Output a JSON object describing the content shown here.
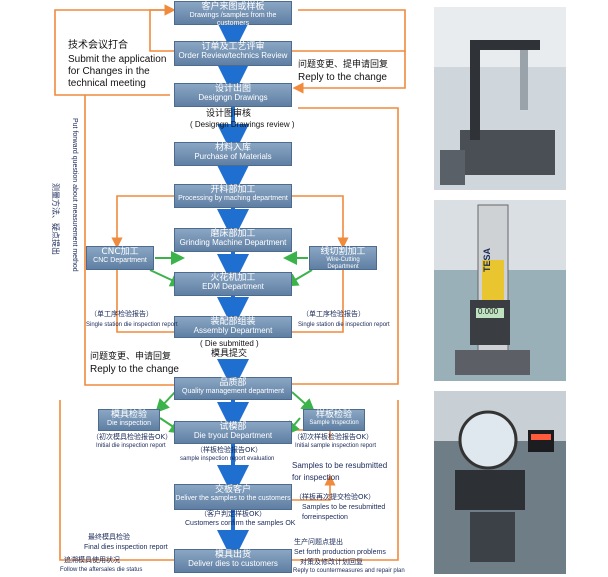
{
  "nodes": {
    "customer_samples": {
      "cn": "客户来图或样板",
      "en": "Drawings /samples from the customers"
    },
    "order_review": {
      "cn": "订单及工艺评审",
      "en": "Order Review/technics Review"
    },
    "design": {
      "cn": "设计出图",
      "en": "Designgn Drawings"
    },
    "purchase": {
      "cn": "材料入库",
      "en": "Purchase of Materials"
    },
    "processing": {
      "cn": "开料部加工",
      "en": "Processing by maching department"
    },
    "grinding": {
      "cn": "磨床部加工",
      "en": "Grinding Machine Department"
    },
    "cnc": {
      "cn": "CNC加工",
      "en": "CNC Department"
    },
    "wire": {
      "cn": "线切割加工",
      "en": "Wire-Cutting Department"
    },
    "edm": {
      "cn": "火花机加工",
      "en": "EDM Department"
    },
    "assembly": {
      "cn": "装配部组装",
      "en": "Assembly Department"
    },
    "quality": {
      "cn": "品质部",
      "en": "Quality management department"
    },
    "die_inspection": {
      "cn": "模具检验",
      "en": "Die inspection"
    },
    "sample_inspection": {
      "cn": "样板检验",
      "en": "Sample Inspection"
    },
    "tryout": {
      "cn": "试模部",
      "en": "Die tryout Department"
    },
    "deliver_samples": {
      "cn": "交板客户",
      "en": "Deliver the samples to the customers"
    },
    "deliver_dies": {
      "cn": "模具出货",
      "en": "Deliver dies to customers"
    }
  },
  "labels": {
    "tech_meeting_cn": "技术会议打合",
    "tech_meeting_en1": "Submit the application",
    "tech_meeting_en2": "for Changes in the",
    "tech_meeting_en3": "technical meeting",
    "reply_cn_1": "问题变更、提申请回复",
    "reply_en_1": "Reply to the change",
    "design_review_cn": "设计图审核",
    "design_review_en": "( Designgn Drawings review )",
    "die_submitted_en": "( Die submitted )",
    "die_submitted_cn": "模具提交",
    "single_left_cn": "（单工序检验报告）",
    "single_left_en": "Single station die inspection report",
    "single_right_cn": "（单工序检验报告）",
    "single_right_en": "Single station die inspection report",
    "reply_cn_2": "问题变更、申请回复",
    "reply_en_2": "Reply to the change",
    "initial_die_cn": "（初次模具检验报告OK）",
    "initial_die_en": "Initial die inspection report",
    "initial_sample_cn": "（初次样板检验报告OK）",
    "initial_sample_en": "Initial  sample  inspection report",
    "sample_eval_cn": "（样板检验报告OK）",
    "sample_eval_en": "sample  inspection  report evaluation",
    "resubmit_1_en1": "Samples to be resubmitted",
    "resubmit_1_en2": "for inspection",
    "resubmit_2_cn": "（样板再次提交检验OK）",
    "resubmit_2_en1": "Samples to be resubmitted",
    "resubmit_2_en2": "forreinspection",
    "customer_confirm_cn": "（客户判定样板OK）",
    "customer_confirm_en": "Customers confirm the samples OK",
    "final_die_cn": "最终模具检验",
    "final_die_en": "Final dies inspection  report",
    "aftersales_cn": "追溯模具使用状况",
    "aftersales_en": "Follow the aftersales die status",
    "production_cn": "生产问题点提出",
    "production_en": "Set forth production problems",
    "counter_cn": "对策及修改计划回复",
    "counter_en": "Reply to countermeasures and repair plan",
    "measure_cn": "测量方法、疑点提出",
    "measure_en": "Put forward question about measurement method"
  },
  "photos": {
    "brand_text": "TESA",
    "display_text": "0.000"
  },
  "colors": {
    "box_top": "#8aa6c4",
    "box_bottom": "#5f7fa3",
    "arrow_blue": "#1e6fd0",
    "feedback_orange": "#f08a3c",
    "green_flow": "#3bb34a"
  }
}
